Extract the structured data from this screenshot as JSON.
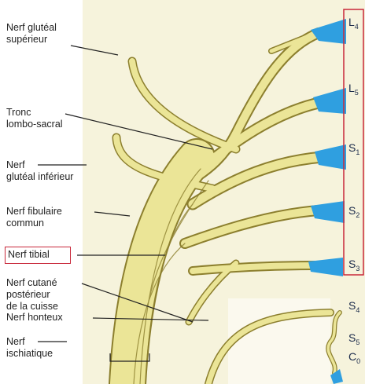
{
  "labels": {
    "gluteal_sup_1": "Nerf glutéal",
    "gluteal_sup_2": "supérieur",
    "tronc_1": "Tronc",
    "tronc_2": "lombo-sacral",
    "gluteal_inf_1": "Nerf",
    "gluteal_inf_2": "glutéal inférieur",
    "fibulaire_1": "Nerf fibulaire",
    "fibulaire_2": "commun",
    "tibial": "Nerf tibial",
    "cutane_1": "Nerf cutané",
    "cutane_2": "postérieur",
    "cutane_3": "de la cuisse",
    "honteux": "Nerf honteux",
    "sciatique_1": "Nerf",
    "sciatique_2": "ischiatique"
  },
  "roots": {
    "L4": {
      "letter": "L",
      "sub": "4"
    },
    "L5": {
      "letter": "L",
      "sub": "5"
    },
    "S1": {
      "letter": "S",
      "sub": "1"
    },
    "S2": {
      "letter": "S",
      "sub": "2"
    },
    "S3": {
      "letter": "S",
      "sub": "3"
    },
    "S4": {
      "letter": "S",
      "sub": "4"
    },
    "S5": {
      "letter": "S",
      "sub": "5"
    },
    "C0": {
      "letter": "C",
      "sub": "0"
    }
  },
  "colors": {
    "background": "#f6f3dc",
    "nerve_fill": "#ebe597",
    "nerve_outline": "#8c7f2e",
    "root_blue": "#2f9fe0",
    "highlight": "#c8283a"
  }
}
